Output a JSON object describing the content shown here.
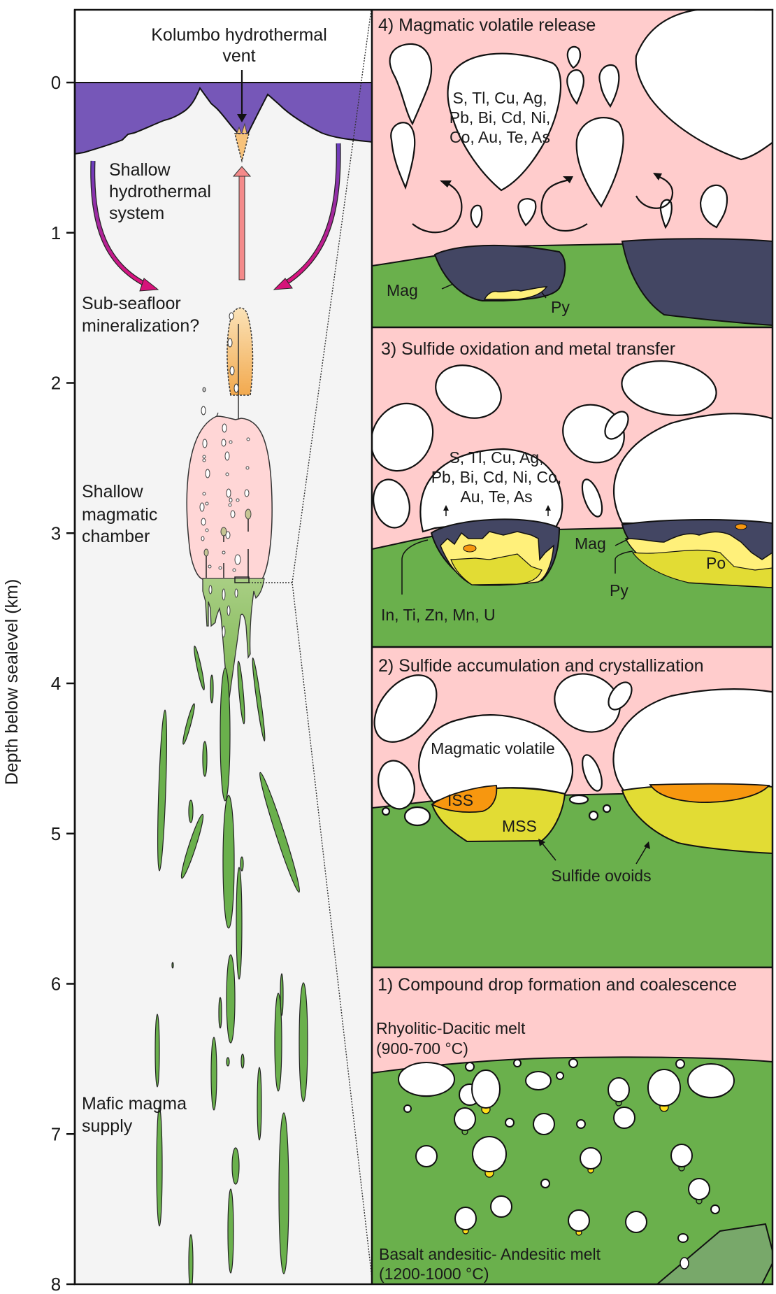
{
  "figure": {
    "axis": {
      "title": "Depth below sealevel (km)",
      "ticks": [
        "0",
        "1",
        "2",
        "3",
        "4",
        "5",
        "6",
        "7",
        "8"
      ],
      "range_km": [
        0,
        8
      ]
    },
    "left_panel": {
      "vent_label_line1": "Kolumbo hydrothermal",
      "vent_label_line2": "vent",
      "hydrothermal_line1": "Shallow",
      "hydrothermal_line2": "hydrothermal",
      "hydrothermal_line3": "system",
      "subseafloor_line1": "Sub-seafloor",
      "subseafloor_line2": "mineralization?",
      "chamber_line1": "Shallow",
      "chamber_line2": "magmatic",
      "chamber_line3": "chamber",
      "mafic_line1": "Mafic magma",
      "mafic_line2": "supply"
    },
    "panels": {
      "p4": {
        "title": "4) Magmatic volatile release",
        "elements_line1": "S, Tl, Cu, Ag,",
        "elements_line2": "Pb, Bi, Cd, Ni,",
        "elements_line3": "Co, Au, Te, As",
        "mag": "Mag",
        "py": "Py"
      },
      "p3": {
        "title": "3) Sulfide oxidation and metal transfer",
        "elements_line1": "S, Tl, Cu, Ag,",
        "elements_line2": "Pb, Bi, Cd, Ni, Co,",
        "elements_line3": "Au, Te, As",
        "retained": "In, Ti, Zn, Mn, U",
        "mag": "Mag",
        "py": "Py",
        "po": "Po"
      },
      "p2": {
        "title": "2) Sulfide accumulation and crystallization",
        "volatile": "Magmatic volatile",
        "iss": "ISS",
        "mss": "MSS",
        "ovoids": "Sulfide ovoids"
      },
      "p1": {
        "title": "1) Compound drop formation and coalescence",
        "felsic_line1": "Rhyolitic-Dacitic melt",
        "felsic_line2": "(900-700 °C)",
        "mafic_line1": "Basalt andesitic- Andesitic melt",
        "mafic_line2": "(1200-1000 °C)"
      }
    },
    "colors": {
      "seawater": "#7657b8",
      "crust_bg": "#f4f4f4",
      "felsic_melt": "#ffcccc",
      "mafic_melt": "#6ab04c",
      "mafic_light": "#9ccc72",
      "magnetite": "#434663",
      "pyrite": "#fff07a",
      "pyrrhotite_mss": "#e2dc34",
      "iss": "#f7970f",
      "mineralization": "#f7c27a",
      "upflow_arrow": "#f48a8a",
      "downflow_arrow": "#d6137a",
      "xenolith": "#7da56a"
    }
  }
}
